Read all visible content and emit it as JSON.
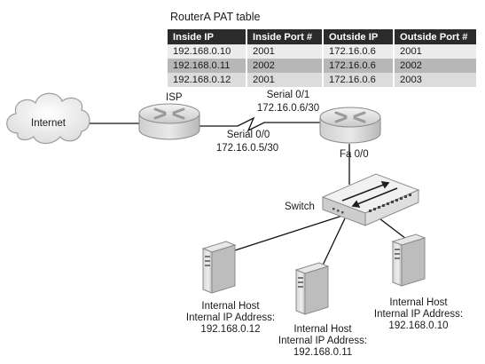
{
  "pat_table": {
    "title": "RouterA PAT table",
    "headers": [
      "Inside IP",
      "Inside Port #",
      "Outside IP",
      "Outside Port #"
    ],
    "rows": [
      [
        "192.168.0.10",
        "2001",
        "172.16.0.6",
        "2001"
      ],
      [
        "192.168.0.11",
        "2002",
        "172.16.0.6",
        "2002"
      ],
      [
        "192.168.0.12",
        "2001",
        "172.16.0.6",
        "2003"
      ]
    ]
  },
  "labels": {
    "internet": "Internet",
    "isp": "ISP",
    "serial01": "Serial 0/1",
    "serial01_ip": "172.16.0.6/30",
    "serial00": "Serial 0/0",
    "serial00_ip": "172.16.0.5/30",
    "fa00": "Fa 0/0",
    "switch": "Switch"
  },
  "hosts": [
    {
      "line1": "Internal Host",
      "line2": "Internal IP Address:",
      "ip": "192.168.0.12"
    },
    {
      "line1": "Internal Host",
      "line2": "Internal IP Address:",
      "ip": "192.168.0.11"
    },
    {
      "line1": "Internal Host",
      "line2": "Internal IP Address:",
      "ip": "192.168.0.10"
    }
  ],
  "colors": {
    "table_header": "#2b2b2b",
    "device_gray": "#c8c8c8",
    "link": "#000000"
  }
}
